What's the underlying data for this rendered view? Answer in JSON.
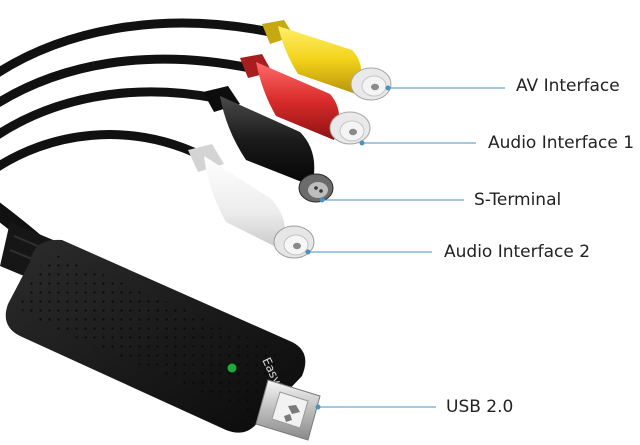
{
  "device": {
    "brand": "EasyCAP"
  },
  "labels": {
    "av_interface": "AV Interface",
    "audio_interface_1": "Audio Interface 1",
    "s_terminal": "S-Terminal",
    "audio_interface_2": "Audio Interface 2",
    "usb": "USB 2.0"
  },
  "colors": {
    "leader_line": "#4a90c2",
    "plug_yellow": "#f2d21a",
    "plug_red": "#d92b2b",
    "plug_black": "#151515",
    "plug_white": "#f2f2f2",
    "cable": "#111111",
    "led": "#1fa83c"
  }
}
